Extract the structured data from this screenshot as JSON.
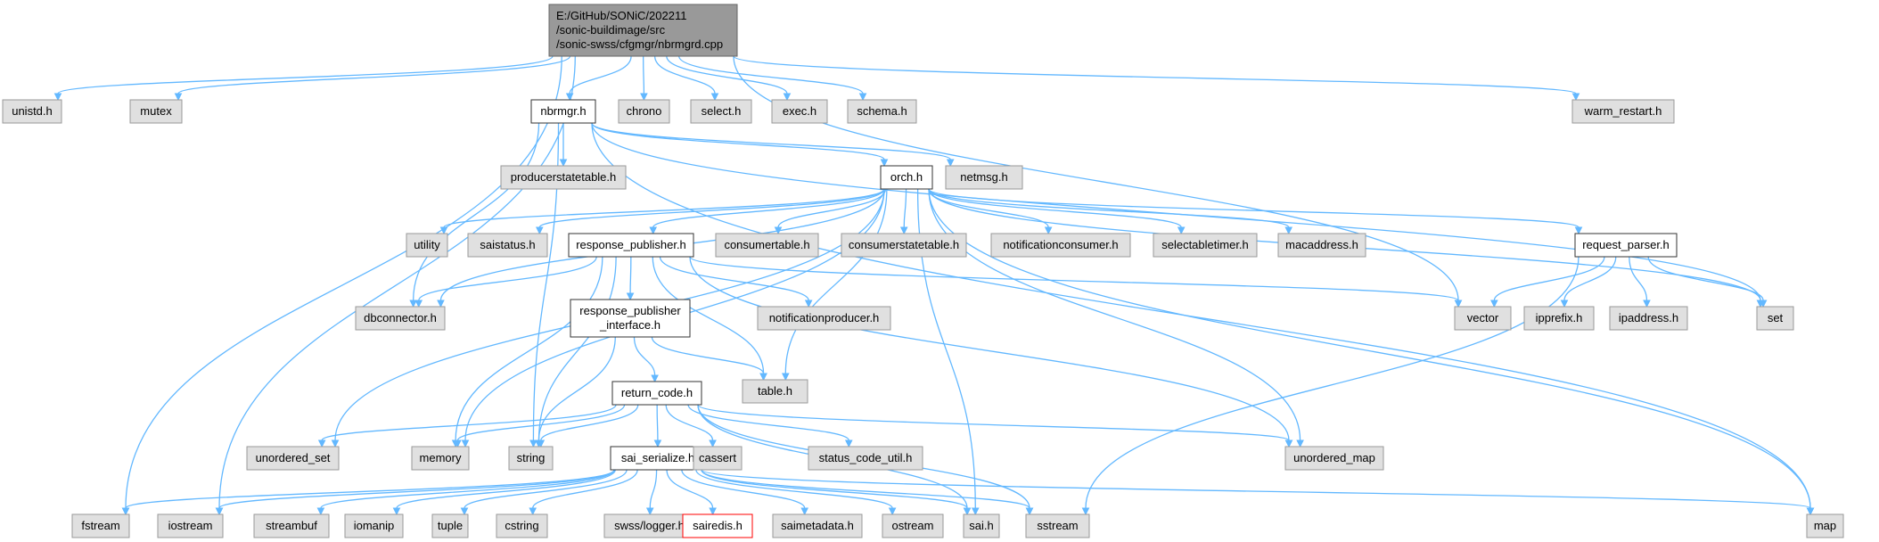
{
  "colors": {
    "root_fill": "#999999",
    "root_border": "#666666",
    "documented_fill": "#ffffff",
    "documented_border": "#333333",
    "external_fill": "#e0e0e0",
    "external_border": "#999999",
    "missing_border": "#ff0000",
    "edge": "#63b8ff"
  },
  "nodes": [
    {
      "id": "root",
      "lines": [
        "E:/GitHub/SONiC/202211",
        "/sonic-buildimage/src",
        "/sonic-swss/cfgmgr/nbrmgrd.cpp"
      ],
      "kind": "root"
    },
    {
      "id": "unistd",
      "lines": [
        "unistd.h"
      ],
      "kind": "external"
    },
    {
      "id": "mutex",
      "lines": [
        "mutex"
      ],
      "kind": "external"
    },
    {
      "id": "nbrmgr",
      "lines": [
        "nbrmgr.h"
      ],
      "kind": "documented"
    },
    {
      "id": "chrono",
      "lines": [
        "chrono"
      ],
      "kind": "external"
    },
    {
      "id": "select",
      "lines": [
        "select.h"
      ],
      "kind": "external"
    },
    {
      "id": "exec",
      "lines": [
        "exec.h"
      ],
      "kind": "external"
    },
    {
      "id": "schema",
      "lines": [
        "schema.h"
      ],
      "kind": "external"
    },
    {
      "id": "warm_restart",
      "lines": [
        "warm_restart.h"
      ],
      "kind": "external"
    },
    {
      "id": "producerstatetable",
      "lines": [
        "producerstatetable.h"
      ],
      "kind": "external"
    },
    {
      "id": "orch",
      "lines": [
        "orch.h"
      ],
      "kind": "documented"
    },
    {
      "id": "netmsg",
      "lines": [
        "netmsg.h"
      ],
      "kind": "external"
    },
    {
      "id": "utility",
      "lines": [
        "utility"
      ],
      "kind": "external"
    },
    {
      "id": "saistatus",
      "lines": [
        "saistatus.h"
      ],
      "kind": "external"
    },
    {
      "id": "response_publisher",
      "lines": [
        "response_publisher.h"
      ],
      "kind": "documented"
    },
    {
      "id": "consumertable",
      "lines": [
        "consumertable.h"
      ],
      "kind": "external"
    },
    {
      "id": "consumerstatetable",
      "lines": [
        "consumerstatetable.h"
      ],
      "kind": "external"
    },
    {
      "id": "notificationconsumer",
      "lines": [
        "notificationconsumer.h"
      ],
      "kind": "external"
    },
    {
      "id": "selectabletimer",
      "lines": [
        "selectabletimer.h"
      ],
      "kind": "external"
    },
    {
      "id": "macaddress",
      "lines": [
        "macaddress.h"
      ],
      "kind": "external"
    },
    {
      "id": "request_parser",
      "lines": [
        "request_parser.h"
      ],
      "kind": "documented"
    },
    {
      "id": "dbconnector",
      "lines": [
        "dbconnector.h"
      ],
      "kind": "external"
    },
    {
      "id": "response_publisher_interface",
      "lines": [
        "response_publisher",
        "_interface.h"
      ],
      "kind": "documented"
    },
    {
      "id": "notificationproducer",
      "lines": [
        "notificationproducer.h"
      ],
      "kind": "external"
    },
    {
      "id": "vector",
      "lines": [
        "vector"
      ],
      "kind": "external"
    },
    {
      "id": "ipprefix",
      "lines": [
        "ipprefix.h"
      ],
      "kind": "external"
    },
    {
      "id": "ipaddress",
      "lines": [
        "ipaddress.h"
      ],
      "kind": "external"
    },
    {
      "id": "set",
      "lines": [
        "set"
      ],
      "kind": "external"
    },
    {
      "id": "return_code",
      "lines": [
        "return_code.h"
      ],
      "kind": "documented"
    },
    {
      "id": "table",
      "lines": [
        "table.h"
      ],
      "kind": "external"
    },
    {
      "id": "unordered_set",
      "lines": [
        "unordered_set"
      ],
      "kind": "external"
    },
    {
      "id": "memory",
      "lines": [
        "memory"
      ],
      "kind": "external"
    },
    {
      "id": "string",
      "lines": [
        "string"
      ],
      "kind": "external"
    },
    {
      "id": "sai_serialize",
      "lines": [
        "sai_serialize.h"
      ],
      "kind": "documented"
    },
    {
      "id": "cassert",
      "lines": [
        "cassert"
      ],
      "kind": "external"
    },
    {
      "id": "status_code_util",
      "lines": [
        "status_code_util.h"
      ],
      "kind": "external"
    },
    {
      "id": "unordered_map",
      "lines": [
        "unordered_map"
      ],
      "kind": "external"
    },
    {
      "id": "fstream",
      "lines": [
        "fstream"
      ],
      "kind": "external"
    },
    {
      "id": "iostream",
      "lines": [
        "iostream"
      ],
      "kind": "external"
    },
    {
      "id": "streambuf",
      "lines": [
        "streambuf"
      ],
      "kind": "external"
    },
    {
      "id": "iomanip",
      "lines": [
        "iomanip"
      ],
      "kind": "external"
    },
    {
      "id": "tuple",
      "lines": [
        "tuple"
      ],
      "kind": "external"
    },
    {
      "id": "cstring",
      "lines": [
        "cstring"
      ],
      "kind": "external"
    },
    {
      "id": "swss_logger",
      "lines": [
        "swss/logger.h"
      ],
      "kind": "external"
    },
    {
      "id": "sairedis",
      "lines": [
        "sairedis.h"
      ],
      "kind": "missing"
    },
    {
      "id": "saimetadata",
      "lines": [
        "saimetadata.h"
      ],
      "kind": "external"
    },
    {
      "id": "ostream",
      "lines": [
        "ostream"
      ],
      "kind": "external"
    },
    {
      "id": "sai",
      "lines": [
        "sai.h"
      ],
      "kind": "external"
    },
    {
      "id": "sstream",
      "lines": [
        "sstream"
      ],
      "kind": "external"
    },
    {
      "id": "map",
      "lines": [
        "map"
      ],
      "kind": "external"
    }
  ],
  "edges": [
    [
      "root",
      "unistd"
    ],
    [
      "root",
      "mutex"
    ],
    [
      "root",
      "nbrmgr"
    ],
    [
      "root",
      "chrono"
    ],
    [
      "root",
      "select"
    ],
    [
      "root",
      "exec"
    ],
    [
      "root",
      "schema"
    ],
    [
      "root",
      "warm_restart"
    ],
    [
      "root",
      "fstream"
    ],
    [
      "root",
      "iostream"
    ],
    [
      "root",
      "vector"
    ],
    [
      "nbrmgr",
      "producerstatetable"
    ],
    [
      "nbrmgr",
      "orch"
    ],
    [
      "nbrmgr",
      "netmsg"
    ],
    [
      "nbrmgr",
      "dbconnector"
    ],
    [
      "nbrmgr",
      "string"
    ],
    [
      "nbrmgr",
      "set"
    ],
    [
      "nbrmgr",
      "map"
    ],
    [
      "orch",
      "utility"
    ],
    [
      "orch",
      "saistatus"
    ],
    [
      "orch",
      "response_publisher"
    ],
    [
      "orch",
      "consumertable"
    ],
    [
      "orch",
      "consumerstatetable"
    ],
    [
      "orch",
      "notificationconsumer"
    ],
    [
      "orch",
      "selectabletimer"
    ],
    [
      "orch",
      "macaddress"
    ],
    [
      "orch",
      "request_parser"
    ],
    [
      "orch",
      "dbconnector"
    ],
    [
      "orch",
      "table"
    ],
    [
      "orch",
      "unordered_set"
    ],
    [
      "orch",
      "memory"
    ],
    [
      "orch",
      "unordered_map"
    ],
    [
      "orch",
      "sai"
    ],
    [
      "orch",
      "set"
    ],
    [
      "orch",
      "map"
    ],
    [
      "response_publisher",
      "dbconnector"
    ],
    [
      "response_publisher",
      "response_publisher_interface"
    ],
    [
      "response_publisher",
      "notificationproducer"
    ],
    [
      "response_publisher",
      "table"
    ],
    [
      "response_publisher",
      "memory"
    ],
    [
      "response_publisher",
      "string"
    ],
    [
      "response_publisher",
      "unordered_map"
    ],
    [
      "response_publisher",
      "vector"
    ],
    [
      "request_parser",
      "vector"
    ],
    [
      "request_parser",
      "ipprefix"
    ],
    [
      "request_parser",
      "ipaddress"
    ],
    [
      "request_parser",
      "set"
    ],
    [
      "request_parser",
      "sstream"
    ],
    [
      "response_publisher_interface",
      "return_code"
    ],
    [
      "response_publisher_interface",
      "table"
    ],
    [
      "response_publisher_interface",
      "string"
    ],
    [
      "return_code",
      "unordered_set"
    ],
    [
      "return_code",
      "memory"
    ],
    [
      "return_code",
      "string"
    ],
    [
      "return_code",
      "sai_serialize"
    ],
    [
      "return_code",
      "cassert"
    ],
    [
      "return_code",
      "status_code_util"
    ],
    [
      "return_code",
      "unordered_map"
    ],
    [
      "return_code",
      "sai"
    ],
    [
      "return_code",
      "sstream"
    ],
    [
      "sai_serialize",
      "fstream"
    ],
    [
      "sai_serialize",
      "iostream"
    ],
    [
      "sai_serialize",
      "streambuf"
    ],
    [
      "sai_serialize",
      "iomanip"
    ],
    [
      "sai_serialize",
      "tuple"
    ],
    [
      "sai_serialize",
      "cstring"
    ],
    [
      "sai_serialize",
      "swss_logger"
    ],
    [
      "sai_serialize",
      "sairedis"
    ],
    [
      "sai_serialize",
      "saimetadata"
    ],
    [
      "sai_serialize",
      "ostream"
    ],
    [
      "sai_serialize",
      "sai"
    ],
    [
      "sai_serialize",
      "sstream"
    ],
    [
      "sai_serialize",
      "map"
    ]
  ]
}
